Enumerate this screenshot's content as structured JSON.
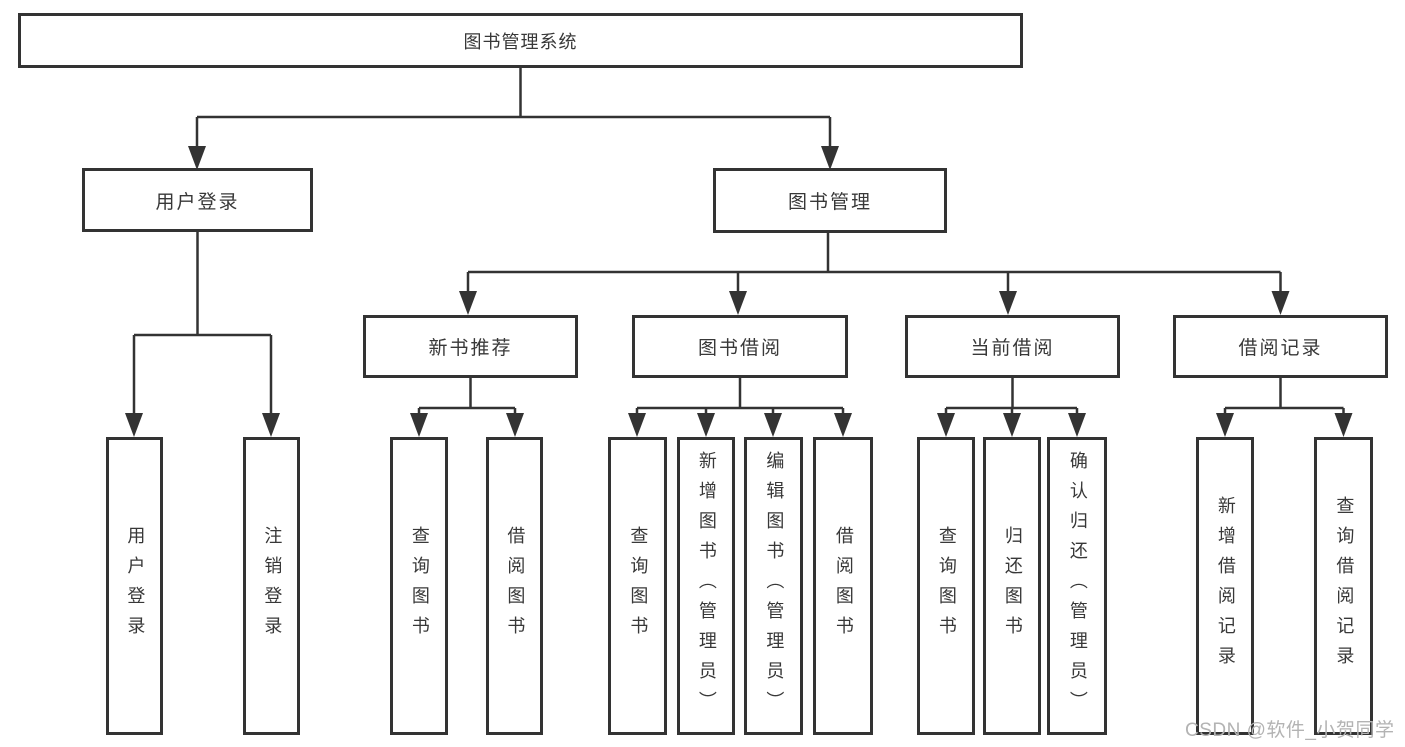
{
  "diagram": {
    "root": {
      "label": "图书管理系统"
    },
    "branches": [
      {
        "label": "用户登录",
        "children": [
          {
            "label": "用户登录"
          },
          {
            "label": "注销登录"
          }
        ]
      },
      {
        "label": "图书管理",
        "children": [
          {
            "label": "新书推荐",
            "children": [
              {
                "label": "查询图书"
              },
              {
                "label": "借阅图书"
              }
            ]
          },
          {
            "label": "图书借阅",
            "children": [
              {
                "label": "查询图书"
              },
              {
                "label": "新增图书（管理员）"
              },
              {
                "label": "编辑图书（管理员）"
              },
              {
                "label": "借阅图书"
              }
            ]
          },
          {
            "label": "当前借阅",
            "children": [
              {
                "label": "查询图书"
              },
              {
                "label": "归还图书"
              },
              {
                "label": "确认归还（管理员）"
              }
            ]
          },
          {
            "label": "借阅记录",
            "children": [
              {
                "label": "新增借阅记录"
              },
              {
                "label": "查询借阅记录"
              }
            ]
          }
        ]
      }
    ]
  },
  "watermark": "CSDN @软件_小贺同学",
  "colors": {
    "line": "#333333",
    "box_border": "#333333",
    "text": "#383838",
    "background": "#ffffff",
    "watermark": "#b3b3b3"
  }
}
